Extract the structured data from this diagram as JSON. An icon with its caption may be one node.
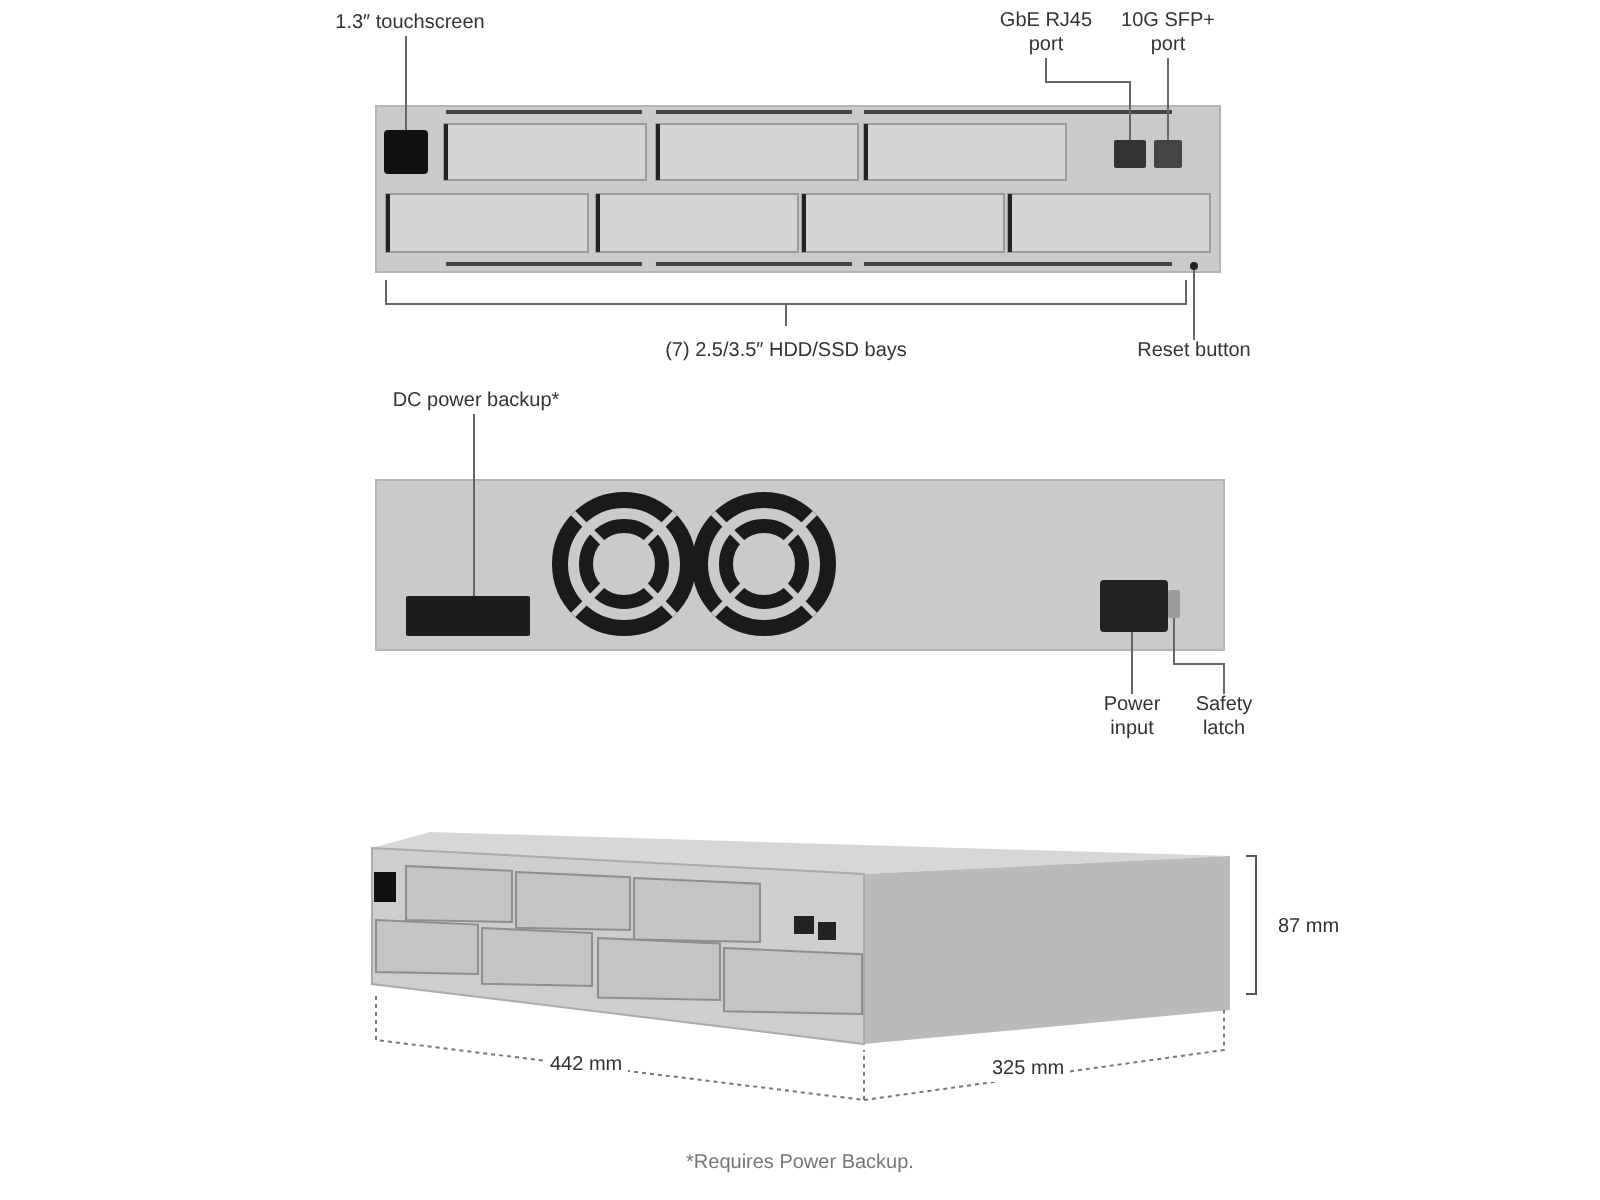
{
  "diagram": {
    "caption": "*Requires Power Backup.",
    "nodes": [
      {
        "text": [
          "1.3″ touchscreen"
        ]
      },
      {
        "text": [],
        "shape": "box"
      },
      {
        "text": [
          "GbE RJ45 port"
        ]
      },
      {
        "text": [],
        "shape": "box"
      },
      {
        "text": [
          "10G SFP+ port"
        ]
      },
      {
        "text": [],
        "shape": "box"
      },
      {
        "text": [
          "Reset button"
        ]
      },
      {
        "text": [],
        "shape": "circle"
      },
      {
        "text": [
          "DC power backup*"
        ]
      },
      {
        "text": [],
        "shape": "box"
      },
      {
        "text": [
          "Power input"
        ]
      },
      {
        "text": [],
        "shape": "box"
      },
      {
        "text": [
          "Safety latch"
        ]
      },
      {
        "text": [],
        "shape": "box"
      }
    ],
    "edges": [
      {
        "from": 0,
        "to": 1,
        "arrow": "none"
      },
      {
        "from": 2,
        "to": 3,
        "arrow": "none"
      },
      {
        "from": 4,
        "to": 5,
        "arrow": "none"
      },
      {
        "from": 6,
        "to": 7,
        "arrow": "none"
      },
      {
        "from": 8,
        "to": 9,
        "arrow": "none"
      },
      {
        "from": 10,
        "to": 11,
        "arrow": "none"
      },
      {
        "from": 12,
        "to": 13,
        "arrow": "none"
      }
    ],
    "labels": [
      "(7) 2.5/3.5″ HDD/SSD bays",
      "87 mm",
      "442 mm",
      "325 mm"
    ]
  }
}
